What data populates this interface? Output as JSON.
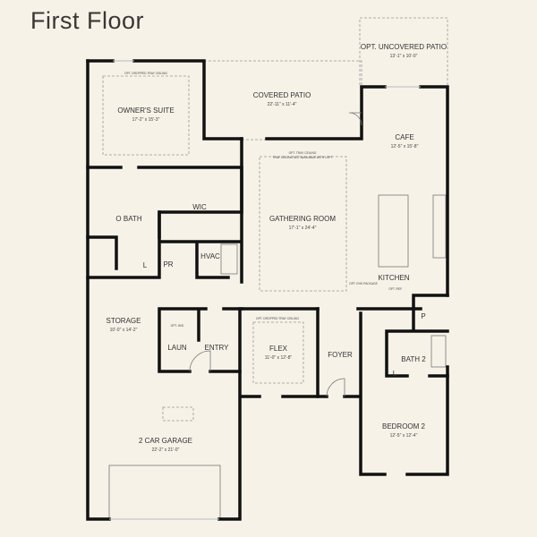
{
  "title": "First Floor",
  "rooms": [
    {
      "name": "OPT. UNCOVERED PATIO",
      "dims": "13'-1\" x 10'-0\""
    },
    {
      "name": "COVERED PATIO",
      "dims": "22'-11\" x 11'-4\""
    },
    {
      "name": "OWNER'S SUITE",
      "dims": "17'-2\" x 15'-3\""
    },
    {
      "name": "CAFE",
      "dims": "12'-5\" x 15'-8\""
    },
    {
      "name": "GATHERING ROOM",
      "dims": "17'-1\" x 24'-4\""
    },
    {
      "name": "O BATH",
      "dims": ""
    },
    {
      "name": "WIC",
      "dims": ""
    },
    {
      "name": "PR",
      "dims": ""
    },
    {
      "name": "HVAC",
      "dims": ""
    },
    {
      "name": "L",
      "dims": ""
    },
    {
      "name": "KITCHEN",
      "dims": ""
    },
    {
      "name": "P",
      "dims": ""
    },
    {
      "name": "STORAGE",
      "dims": "10'-0\" x 14'-2\""
    },
    {
      "name": "LAUN",
      "dims": ""
    },
    {
      "name": "ENTRY",
      "dims": ""
    },
    {
      "name": "FLEX",
      "dims": "11'-0\" x 12'-8\""
    },
    {
      "name": "FOYER",
      "dims": ""
    },
    {
      "name": "BATH 2",
      "dims": ""
    },
    {
      "name": "L",
      "dims": ""
    },
    {
      "name": "BEDROOM 2",
      "dims": "12'-5\" x 12'-4\""
    },
    {
      "name": "2 CAR GARAGE",
      "dims": "22'-2\" x 21'-0\""
    }
  ],
  "notes": {
    "owner_ceiling": "OPT. DROPPED TRAY CEILING",
    "gathering_ceiling": "OPT. TRAY CEILING",
    "gathering_ceiling_2": "TRAY CEILING NOT AVAILABLE WITH LOFT",
    "flex_ceiling": "OPT. DROPPED TRAY CEILING",
    "laun_note": "OPT. W/D",
    "kitchen_package": "OPT. EHS PACKAGE",
    "kitchen_ref": "OPT. REF."
  }
}
